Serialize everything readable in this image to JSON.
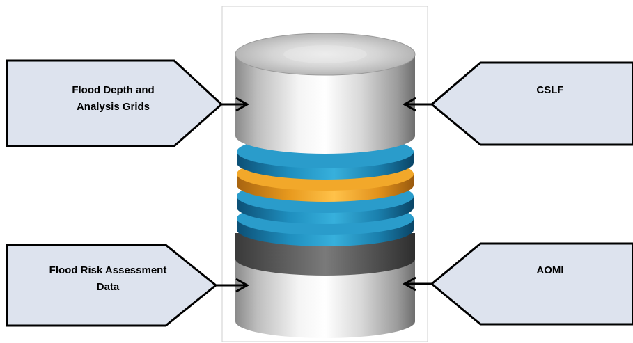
{
  "diagram": {
    "inputs": [
      {
        "id": "flood-depth",
        "label": "Flood Depth and\nAnalysis Grids"
      },
      {
        "id": "cslf",
        "label": "CSLF"
      },
      {
        "id": "flood-risk",
        "label": "Flood Risk   Assessment\nData"
      },
      {
        "id": "aomi",
        "label": "AOMI"
      }
    ],
    "colors": {
      "callout_fill": "#dde3ee",
      "callout_stroke": "#000000",
      "ring_blue": "#1e87b3",
      "ring_orange": "#f0a020",
      "cylinder_silver": "#c8c8c8"
    },
    "icons": {
      "central": "database-cylinder-icon"
    }
  }
}
